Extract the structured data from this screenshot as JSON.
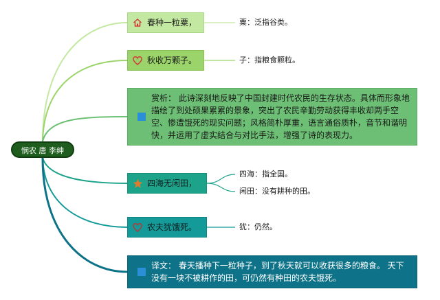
{
  "root": {
    "label": "悯农 唐 李绅"
  },
  "branches": [
    {
      "id": "b1",
      "label": "春种一粒粟，",
      "icon": "home-icon",
      "notes": [
        "粟：泛指谷类。"
      ]
    },
    {
      "id": "b2",
      "label": "秋收万颗子。",
      "icon": "heart-icon",
      "notes": [
        "子：指粮食颗粒。"
      ]
    },
    {
      "id": "b3",
      "label": "赏析： 此诗深刻地反映了中国封建时代农民的生存状态。具体而形象地描绘了到处硕果累累的景象，突出了农民辛勤劳动获得丰收却两手空空、惨遭饿死的现实问题；风格简朴厚重，语言通俗质朴，音节和谐明快，并运用了虚实结合与对比手法，增强了诗的表现力。",
      "icon": "square-icon",
      "notes": []
    },
    {
      "id": "b4",
      "label": "四海无闲田，",
      "icon": "star-icon",
      "notes": [
        "四海：指全国。",
        "闲田：没有耕种的田。"
      ]
    },
    {
      "id": "b5",
      "label": "农夫犹饿死。",
      "icon": "heart-outline-icon",
      "notes": [
        "犹：仍然。"
      ]
    },
    {
      "id": "b6",
      "label": "译文： 春天播种下一粒种子，到了秋天就可以收获很多的粮食。 天下没有一块不被耕作的田，可仍然有种田的农夫饿死。",
      "icon": "square-icon",
      "notes": []
    }
  ],
  "colors": {
    "root_fill": "#1e5d1d",
    "b1_fill": "#c3e8a1",
    "b2_fill": "#9bd46a",
    "b3_fill": "#6cbf74",
    "b4_fill": "#1ea38b",
    "b5_fill": "#149a98",
    "b6_fill": "#0e7388",
    "square_icon": "#2a8fd6",
    "star_icon": "#e07a2c",
    "heart_icon": "#d23a3a"
  }
}
